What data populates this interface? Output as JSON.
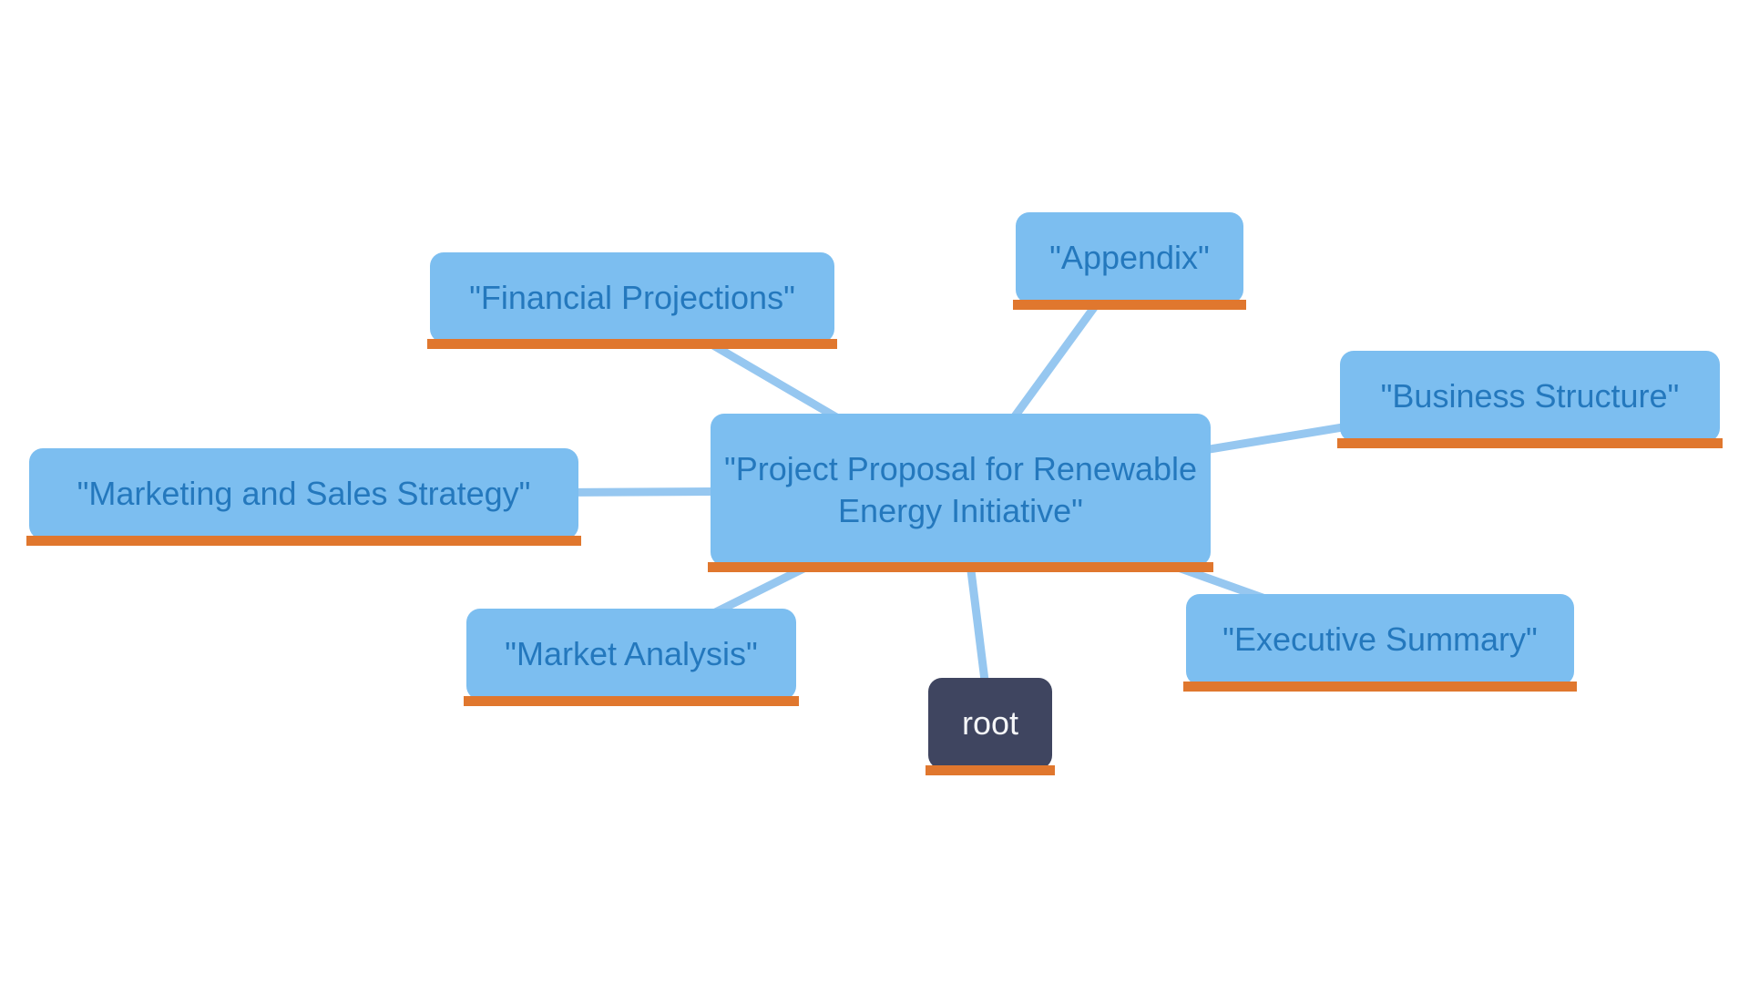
{
  "colors": {
    "background": "#FFFFFF",
    "node_fill": "#7CBEF0",
    "node_text": "#2478BD",
    "underline": "#E0772E",
    "edge": "#96C7F0",
    "root_fill": "#3F4560",
    "root_text": "#F5F6F8"
  },
  "mindmap": {
    "type": "mindmap",
    "center_label": "\"Project Proposal for Renewable Energy Initiative\"",
    "root_label": "root",
    "nodes": [
      {
        "id": "financial-projections",
        "label": "\"Financial Projections\""
      },
      {
        "id": "appendix",
        "label": "\"Appendix\""
      },
      {
        "id": "business-structure",
        "label": "\"Business Structure\""
      },
      {
        "id": "marketing-and-sales-strategy",
        "label": "\"Marketing and Sales Strategy\""
      },
      {
        "id": "center",
        "label": "\"Project Proposal for Renewable Energy Initiative\""
      },
      {
        "id": "market-analysis",
        "label": "\"Market Analysis\""
      },
      {
        "id": "executive-summary",
        "label": "\"Executive Summary\""
      },
      {
        "id": "root",
        "label": "root"
      }
    ],
    "edges": [
      {
        "from": "center",
        "to": "financial-projections"
      },
      {
        "from": "center",
        "to": "appendix"
      },
      {
        "from": "center",
        "to": "business-structure"
      },
      {
        "from": "center",
        "to": "marketing-and-sales-strategy"
      },
      {
        "from": "center",
        "to": "market-analysis"
      },
      {
        "from": "center",
        "to": "executive-summary"
      },
      {
        "from": "center",
        "to": "root"
      }
    ]
  }
}
